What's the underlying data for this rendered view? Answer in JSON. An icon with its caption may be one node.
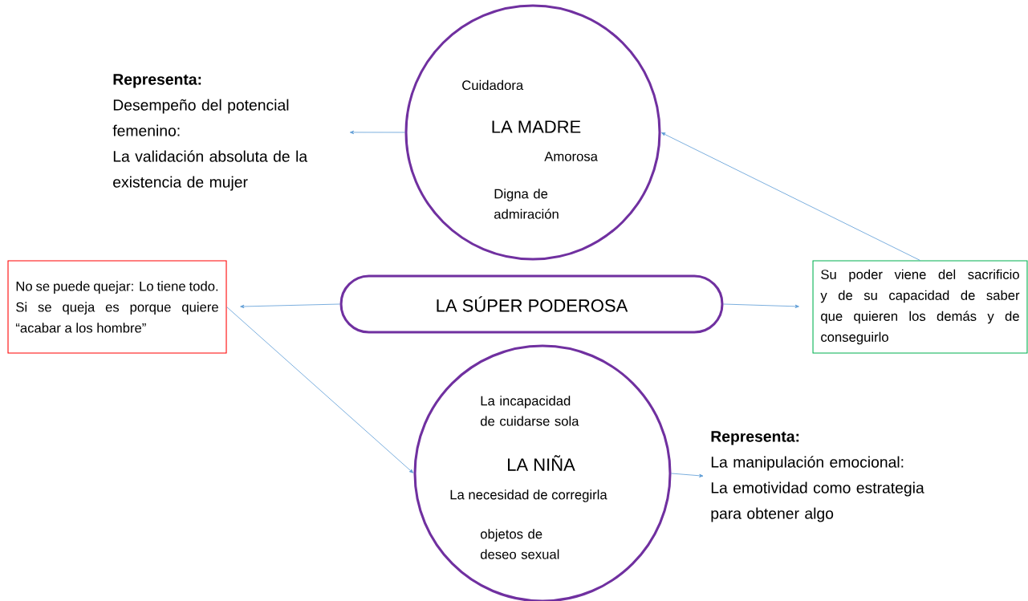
{
  "diagram": {
    "nodes": [
      {
        "text": [
          "Representa:",
          "Desempeño del potencial femenino:",
          "La validación absoluta de la existencia de mujer"
        ]
      },
      {
        "text": [
          "Cuidadora",
          "LA MADRE",
          "Amorosa",
          "Digna de admiración"
        ]
      },
      {
        "text": [
          "No se puede quejar: Lo tiene todo.",
          "Si se queja es porque quiere “acabar a los hombre”"
        ]
      },
      {
        "text": [
          "LA SÚPER PODEROSA"
        ]
      },
      {
        "text": [
          "Su poder viene del sacrificio y de su capacidad de saber que quieren los demás y de conseguirlo"
        ]
      },
      {
        "text": [
          "La incapacidad de cuidarse sola",
          "LA NIÑA",
          "La necesidad de corregirla",
          "objetos de deseo sexual"
        ]
      },
      {
        "text": [
          "Representa:",
          "La manipulación emocional:",
          "La emotividad como estrategia para obtener algo"
        ]
      }
    ],
    "edges": [
      {
        "from": 1,
        "to": 0,
        "arrow": "to"
      },
      {
        "from": 4,
        "to": 1,
        "arrow": "to"
      },
      {
        "from": 3,
        "to": 2,
        "arrow": "to"
      },
      {
        "from": 3,
        "to": 4,
        "arrow": "to"
      },
      {
        "from": 2,
        "to": 5,
        "arrow": "to"
      },
      {
        "from": 5,
        "to": 6,
        "arrow": "to"
      }
    ]
  }
}
